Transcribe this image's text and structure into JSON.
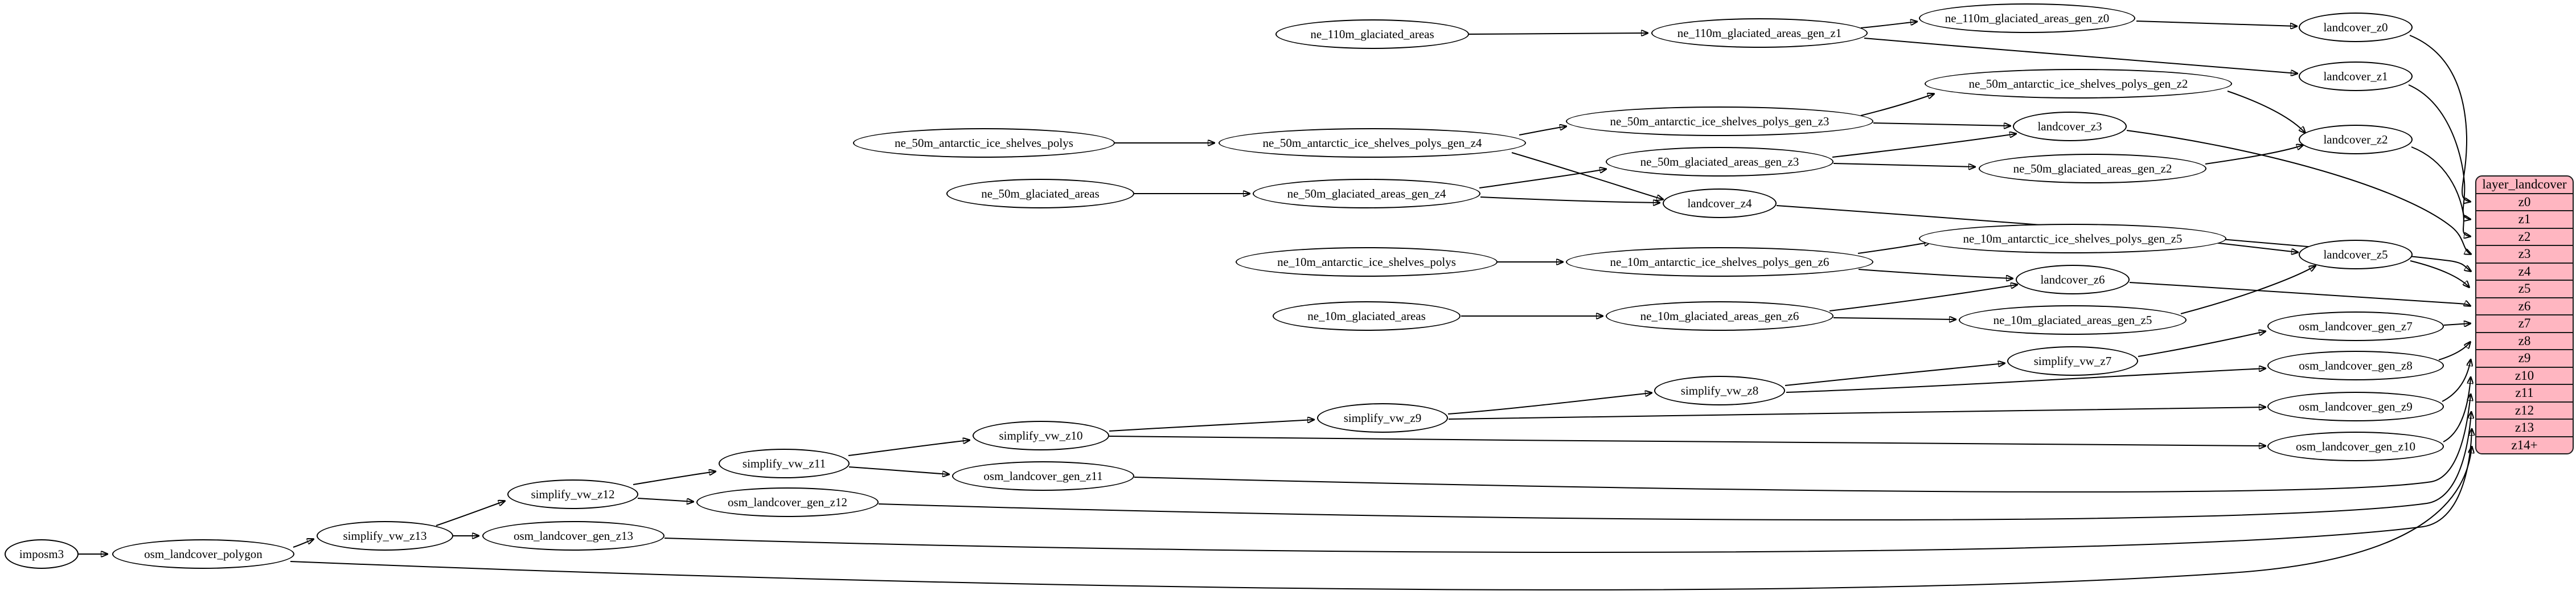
{
  "diagram": {
    "background": "#ffffff",
    "edge_color": "#000000",
    "node_fill": "#ffffff",
    "node_border": "#000000",
    "table_fill": "#ffb6c1"
  },
  "nodes": {
    "imposm3": "imposm3",
    "osm_landcover_polygon": "osm_landcover_polygon",
    "simplify_vw_z13": "simplify_vw_z13",
    "osm_landcover_gen_z13": "osm_landcover_gen_z13",
    "simplify_vw_z12": "simplify_vw_z12",
    "osm_landcover_gen_z12": "osm_landcover_gen_z12",
    "simplify_vw_z11": "simplify_vw_z11",
    "osm_landcover_gen_z11": "osm_landcover_gen_z11",
    "simplify_vw_z10": "simplify_vw_z10",
    "simplify_vw_z9": "simplify_vw_z9",
    "simplify_vw_z8": "simplify_vw_z8",
    "simplify_vw_z7": "simplify_vw_z7",
    "osm_landcover_gen_z7": "osm_landcover_gen_z7",
    "osm_landcover_gen_z8": "osm_landcover_gen_z8",
    "osm_landcover_gen_z9": "osm_landcover_gen_z9",
    "osm_landcover_gen_z10": "osm_landcover_gen_z10",
    "ne_110m_glaciated_areas": "ne_110m_glaciated_areas",
    "ne_110m_glaciated_areas_gen_z1": "ne_110m_glaciated_areas_gen_z1",
    "ne_110m_glaciated_areas_gen_z0": "ne_110m_glaciated_areas_gen_z0",
    "landcover_z0": "landcover_z0",
    "landcover_z1": "landcover_z1",
    "landcover_z2": "landcover_z2",
    "landcover_z3": "landcover_z3",
    "landcover_z4": "landcover_z4",
    "landcover_z5": "landcover_z5",
    "landcover_z6": "landcover_z6",
    "ne_50m_antarctic_ice_shelves_polys": "ne_50m_antarctic_ice_shelves_polys",
    "ne_50m_antarctic_ice_shelves_polys_gen_z4": "ne_50m_antarctic_ice_shelves_polys_gen_z4",
    "ne_50m_antarctic_ice_shelves_polys_gen_z3": "ne_50m_antarctic_ice_shelves_polys_gen_z3",
    "ne_50m_antarctic_ice_shelves_polys_gen_z2": "ne_50m_antarctic_ice_shelves_polys_gen_z2",
    "ne_50m_glaciated_areas": "ne_50m_glaciated_areas",
    "ne_50m_glaciated_areas_gen_z4": "ne_50m_glaciated_areas_gen_z4",
    "ne_50m_glaciated_areas_gen_z3": "ne_50m_glaciated_areas_gen_z3",
    "ne_50m_glaciated_areas_gen_z2": "ne_50m_glaciated_areas_gen_z2",
    "ne_10m_antarctic_ice_shelves_polys": "ne_10m_antarctic_ice_shelves_polys",
    "ne_10m_antarctic_ice_shelves_polys_gen_z6": "ne_10m_antarctic_ice_shelves_polys_gen_z6",
    "ne_10m_antarctic_ice_shelves_polys_gen_z5": "ne_10m_antarctic_ice_shelves_polys_gen_z5",
    "ne_10m_glaciated_areas": "ne_10m_glaciated_areas",
    "ne_10m_glaciated_areas_gen_z6": "ne_10m_glaciated_areas_gen_z6",
    "ne_10m_glaciated_areas_gen_z5": "ne_10m_glaciated_areas_gen_z5"
  },
  "table": {
    "title": "layer_landcover",
    "rows": [
      "z0",
      "z1",
      "z2",
      "z3",
      "z4",
      "z5",
      "z6",
      "z7",
      "z8",
      "z9",
      "z10",
      "z11",
      "z12",
      "z13",
      "z14+"
    ]
  }
}
